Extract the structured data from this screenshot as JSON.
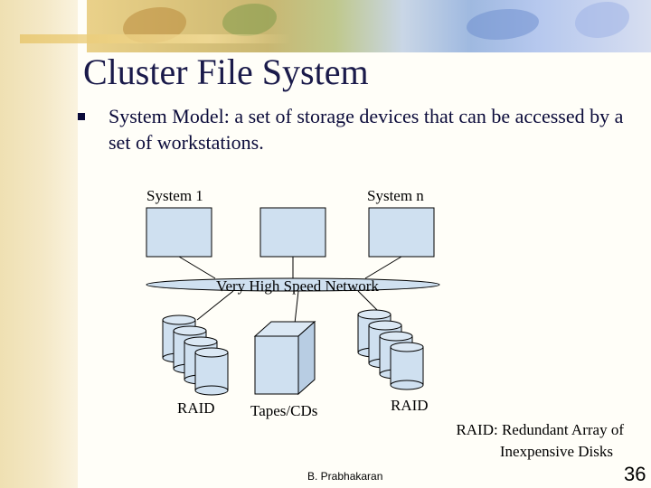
{
  "slide": {
    "title": "Cluster File System",
    "bullets": [
      {
        "text": "System Model: a set of storage devices that can be accessed by a set of workstations."
      }
    ],
    "footer_author": "B. Prabhakaran",
    "page_number": "36"
  },
  "diagram": {
    "system_left_label": "System 1",
    "system_right_label": "System n",
    "network_label": "Very High Speed Network",
    "storage": [
      {
        "label": "RAID"
      },
      {
        "label": "Tapes/CDs"
      },
      {
        "label": "RAID"
      }
    ],
    "note": [
      "RAID: Redundant Array of",
      "Inexpensive Disks"
    ],
    "colors": {
      "box_fill": "#cfe0f0",
      "outline": "#000000"
    }
  }
}
